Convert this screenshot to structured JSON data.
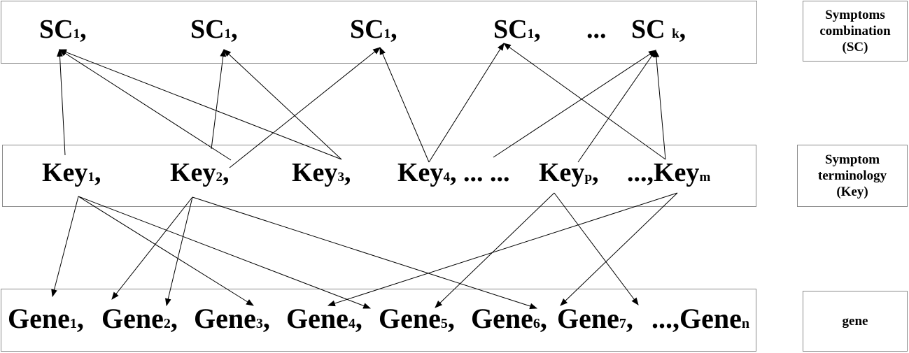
{
  "layers": {
    "sc": {
      "lines": [
        "Symptoms",
        "combination",
        "(SC)"
      ]
    },
    "key": {
      "lines": [
        "Symptom",
        "terminology",
        "(Key)"
      ]
    },
    "gene": {
      "lines": [
        "gene"
      ]
    }
  },
  "sc_nodes": [
    {
      "id": "sc1a",
      "base": "SC",
      "sub": "1",
      "suffix": ","
    },
    {
      "id": "sc1b",
      "base": "SC",
      "sub": "1",
      "suffix": ","
    },
    {
      "id": "sc1c",
      "base": "SC",
      "sub": "1",
      "suffix": ","
    },
    {
      "id": "sc1d",
      "base": "SC",
      "sub": "1",
      "suffix": ","
    },
    {
      "id": "ellipsis",
      "base": "...",
      "sub": "",
      "suffix": ""
    },
    {
      "id": "sck",
      "base": "SC ",
      "sub": "k",
      "suffix": ","
    }
  ],
  "key_nodes": [
    {
      "id": "key1",
      "prefix": "",
      "base": "Key",
      "sub": "1",
      "suffix": ","
    },
    {
      "id": "key2",
      "prefix": "",
      "base": "Key",
      "sub": "2",
      "suffix": ","
    },
    {
      "id": "key3",
      "prefix": "",
      "base": "Key",
      "sub": "3",
      "suffix": ","
    },
    {
      "id": "key4",
      "prefix": "",
      "base": "Key",
      "sub": "4",
      "suffix": ", ...  ..."
    },
    {
      "id": "keyp",
      "prefix": "",
      "base": "Key",
      "sub": "p",
      "suffix": ","
    },
    {
      "id": "keym",
      "prefix": "...,",
      "base": "Key",
      "sub": "m",
      "suffix": ""
    }
  ],
  "gene_nodes": [
    {
      "id": "gene1",
      "prefix": "",
      "base": "Gene",
      "sub": "1",
      "suffix": ","
    },
    {
      "id": "gene2",
      "prefix": "",
      "base": "Gene",
      "sub": "2",
      "suffix": ","
    },
    {
      "id": "gene3",
      "prefix": "",
      "base": "Gene",
      "sub": "3",
      "suffix": ","
    },
    {
      "id": "gene4",
      "prefix": "",
      "base": "Gene",
      "sub": "4",
      "suffix": ","
    },
    {
      "id": "gene5",
      "prefix": "",
      "base": "Gene",
      "sub": "5",
      "suffix": ","
    },
    {
      "id": "gene6",
      "prefix": "",
      "base": "Gene",
      "sub": "6",
      "suffix": ","
    },
    {
      "id": "gene7",
      "prefix": "",
      "base": "Gene",
      "sub": "7",
      "suffix": ","
    },
    {
      "id": "genen",
      "prefix": "...,",
      "base": "Gene",
      "sub": "n",
      "suffix": ""
    }
  ],
  "edges_key_to_sc": [
    [
      "key1",
      "sc1a"
    ],
    [
      "key2",
      "sc1a"
    ],
    [
      "key3",
      "sc1a"
    ],
    [
      "key2",
      "sc1b"
    ],
    [
      "key3",
      "sc1b"
    ],
    [
      "key2",
      "sc1c"
    ],
    [
      "key4",
      "sc1c"
    ],
    [
      "key4",
      "sc1d"
    ],
    [
      "keym",
      "sc1d"
    ],
    [
      "key4",
      "sck"
    ],
    [
      "keyp",
      "sck"
    ],
    [
      "keym",
      "sck"
    ]
  ],
  "edges_key_to_gene": [
    [
      "key1",
      "gene1"
    ],
    [
      "key1",
      "gene3"
    ],
    [
      "key1",
      "gene5"
    ],
    [
      "key2",
      "gene2"
    ],
    [
      "key2",
      "gene2b"
    ],
    [
      "key2",
      "gene6"
    ],
    [
      "keyp",
      "gene5"
    ],
    [
      "keyp",
      "gene7"
    ],
    [
      "keym",
      "gene4"
    ],
    [
      "keym",
      "gene6b"
    ]
  ],
  "colors": {
    "line": "#000000",
    "border": "#8a8a8a",
    "text": "#000000"
  }
}
